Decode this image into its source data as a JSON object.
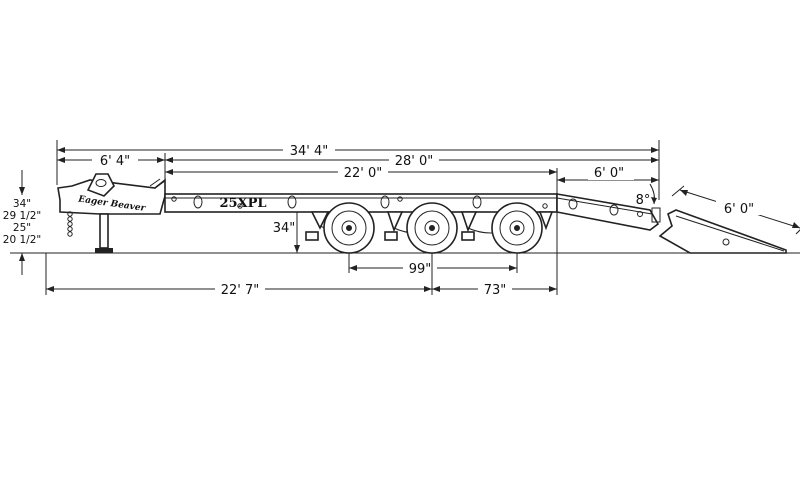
{
  "drawing": {
    "model": "25XPL",
    "brand": "Eager Beaver",
    "dimensions": {
      "overall_length": "34' 4\"",
      "front_section": "6' 4\"",
      "deck_plus_dovetail": "28' 0\"",
      "main_deck": "22' 0\"",
      "dovetail": "6' 0\"",
      "dovetail_angle": "8°",
      "ramp": "6' 0\"",
      "deck_height": "34\"",
      "axle_spread": "99\"",
      "tongue_to_axles": "22' 7\"",
      "axles_to_rear": "73\""
    },
    "coupler_heights": [
      "34\"",
      "29 1/2\"",
      "25\"",
      "20 1/2\""
    ]
  }
}
